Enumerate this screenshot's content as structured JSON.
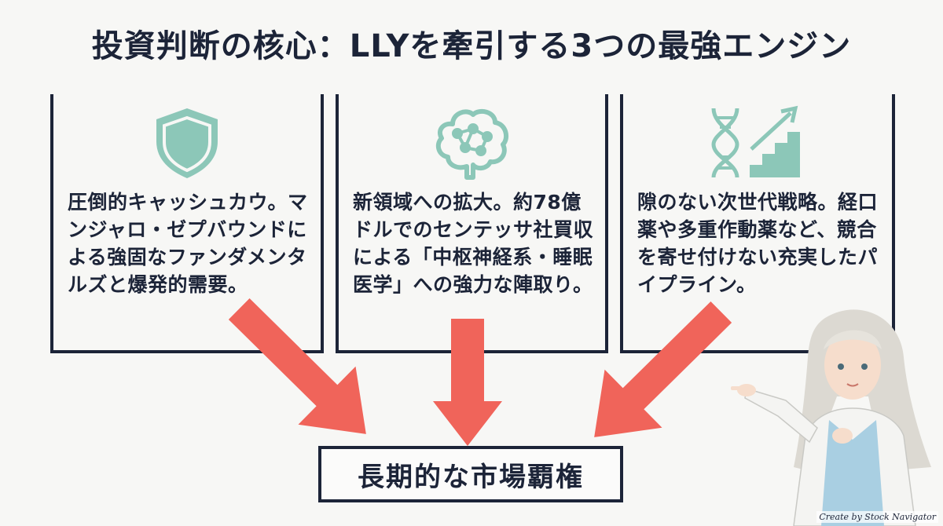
{
  "title": "投資判断の核心：LLYを牽引する3つの最強エンジン",
  "panels": [
    {
      "icon": "shield-icon",
      "text": "圧倒的キャッシュカウ。マンジャロ・ゼプバウンドによる強固なファンダメンタルズと爆発的需要。"
    },
    {
      "icon": "brain-network-icon",
      "text": "新領域への拡大。約78億ドルでのセンテッサ社買収による「中枢神経系・睡眠医学」への強力な陣取り。"
    },
    {
      "icon": "dna-growth-icon",
      "text": "隙のない次世代戦略。経口薬や多重作動薬など、競合を寄せ付けない充実したパイプライン。"
    }
  ],
  "goal": "長期的な市場覇権",
  "credit": "Create by Stock Navigator",
  "colors": {
    "navy": "#1c2438",
    "teal": "#8cc7b8",
    "arrow": "#f0645a",
    "background": "#f7f7f5"
  }
}
